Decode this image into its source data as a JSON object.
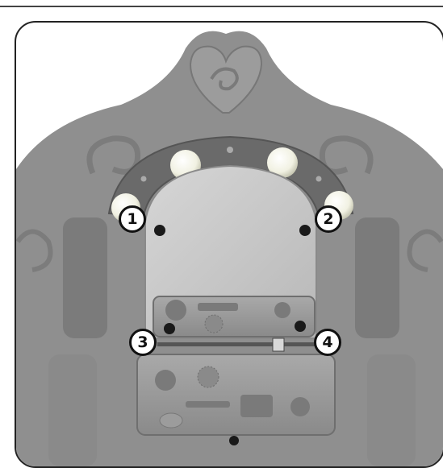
{
  "callouts": [
    {
      "label": "1",
      "part": "screw-hole"
    },
    {
      "label": "2",
      "part": "screw-hole"
    },
    {
      "label": "3",
      "part": "screw-hole"
    },
    {
      "label": "4",
      "part": "screw-hole"
    }
  ],
  "colors": {
    "plastic": "#8f8f8f",
    "plastic_dark": "#6f6f6f",
    "plastic_light": "#b5b5b5",
    "mirror": "#c9c9c9",
    "light_bulb": "#f3f3e6",
    "callout_border": "#111111",
    "frame_border": "#222222"
  }
}
